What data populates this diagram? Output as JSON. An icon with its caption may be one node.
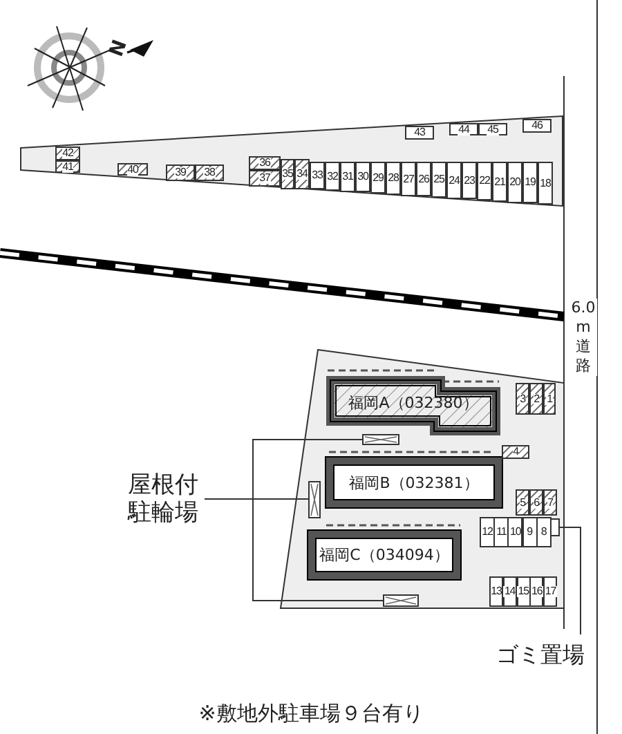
{
  "diagram": {
    "caption": "※敷地外駐車場９台有り",
    "nodes": [
      {
        "text": [
          "屋根付駐輪場"
        ]
      },
      {
        "text": [],
        "shape": "box"
      },
      {
        "text": [],
        "shape": "box"
      },
      {
        "text": [],
        "shape": "box"
      },
      {
        "text": [
          "ゴミ置場"
        ]
      },
      {
        "text": [],
        "shape": "box"
      },
      {
        "text": [
          "福岡A（032380）"
        ]
      },
      {
        "text": [
          "福岡B（032381）"
        ]
      },
      {
        "text": [
          "福岡C（034094）"
        ]
      },
      {
        "text": [
          "43"
        ]
      },
      {
        "text": [
          "44"
        ]
      },
      {
        "text": [
          "45"
        ]
      },
      {
        "text": [
          "46"
        ]
      },
      {
        "text": [
          "42"
        ]
      },
      {
        "text": [
          "41"
        ]
      },
      {
        "text": [
          "40"
        ]
      },
      {
        "text": [
          "39"
        ]
      },
      {
        "text": [
          "38"
        ]
      },
      {
        "text": [
          "36"
        ]
      },
      {
        "text": [
          "37"
        ]
      },
      {
        "text": [
          "35"
        ]
      },
      {
        "text": [
          "34"
        ]
      },
      {
        "text": [
          "33"
        ]
      },
      {
        "text": [
          "32"
        ]
      },
      {
        "text": [
          "31"
        ]
      },
      {
        "text": [
          "30"
        ]
      },
      {
        "text": [
          "29"
        ]
      },
      {
        "text": [
          "28"
        ]
      },
      {
        "text": [
          "27"
        ]
      },
      {
        "text": [
          "26"
        ]
      },
      {
        "text": [
          "25"
        ]
      },
      {
        "text": [
          "24"
        ]
      },
      {
        "text": [
          "23"
        ]
      },
      {
        "text": [
          "22"
        ]
      },
      {
        "text": [
          "21"
        ]
      },
      {
        "text": [
          "20"
        ]
      },
      {
        "text": [
          "19"
        ]
      },
      {
        "text": [
          "18"
        ]
      },
      {
        "text": [
          "3"
        ]
      },
      {
        "text": [
          "2"
        ]
      },
      {
        "text": [
          "1"
        ]
      },
      {
        "text": [
          "4"
        ]
      },
      {
        "text": [
          "5"
        ]
      },
      {
        "text": [
          "6"
        ]
      },
      {
        "text": [
          "7"
        ]
      },
      {
        "text": [
          "12"
        ]
      },
      {
        "text": [
          "11"
        ]
      },
      {
        "text": [
          "10"
        ]
      },
      {
        "text": [
          "9"
        ]
      },
      {
        "text": [
          "8"
        ]
      },
      {
        "text": [
          "13"
        ]
      },
      {
        "text": [
          "14"
        ]
      },
      {
        "text": [
          "15"
        ]
      },
      {
        "text": [
          "16"
        ]
      },
      {
        "text": [
          "17"
        ]
      }
    ],
    "edges": [
      {
        "from": 0,
        "to": 1,
        "arrow": "none"
      },
      {
        "from": 0,
        "to": 2,
        "arrow": "none"
      },
      {
        "from": 0,
        "to": 3,
        "arrow": "none"
      },
      {
        "from": 4,
        "to": 5,
        "arrow": "none"
      }
    ],
    "labels": [
      "N",
      "6.0m道路"
    ]
  }
}
